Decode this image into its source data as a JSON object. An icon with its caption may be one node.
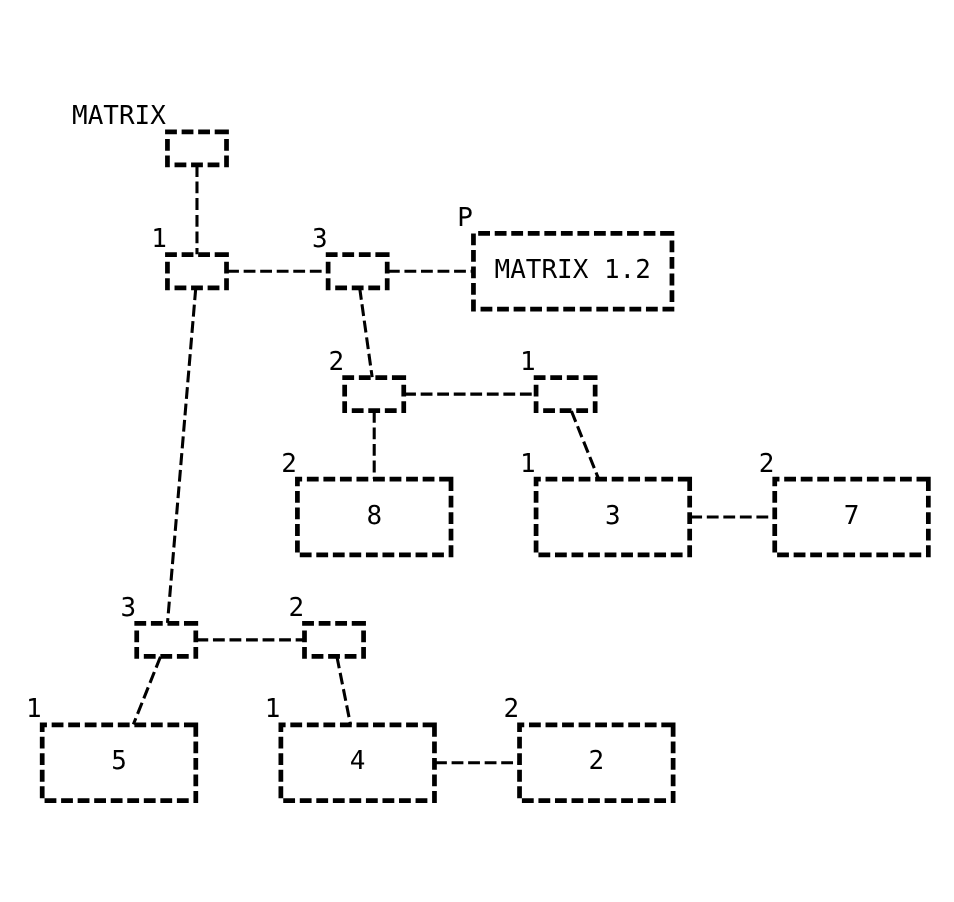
{
  "diagram": {
    "nodes": [
      {
        "text": [],
        "shape": "box",
        "beside": [
          "MATRIX"
        ]
      },
      {
        "text": [],
        "shape": "box",
        "beside": [
          "1"
        ]
      },
      {
        "text": [],
        "shape": "box",
        "beside": [
          "3"
        ]
      },
      {
        "text": [
          "MATRIX 1.2"
        ],
        "beside": [
          "P"
        ]
      },
      {
        "text": [],
        "shape": "box",
        "beside": [
          "2"
        ]
      },
      {
        "text": [],
        "shape": "box",
        "beside": [
          "1"
        ]
      },
      {
        "text": [
          "8"
        ],
        "beside": [
          "2"
        ]
      },
      {
        "text": [
          "3"
        ],
        "beside": [
          "1"
        ]
      },
      {
        "text": [
          "7"
        ],
        "beside": [
          "2"
        ]
      },
      {
        "text": [],
        "shape": "box",
        "beside": [
          "3"
        ]
      },
      {
        "text": [],
        "shape": "box",
        "beside": [
          "2"
        ]
      },
      {
        "text": [
          "5"
        ],
        "beside": [
          "1"
        ]
      },
      {
        "text": [
          "4"
        ],
        "beside": [
          "1"
        ]
      },
      {
        "text": [
          "2"
        ],
        "beside": [
          "2"
        ]
      }
    ],
    "edges": [
      {
        "from": 0,
        "to": 1,
        "arrow": "none",
        "style": "dashed"
      },
      {
        "from": 1,
        "to": 2,
        "arrow": "none",
        "style": "dashed"
      },
      {
        "from": 2,
        "to": 3,
        "arrow": "none",
        "style": "dashed"
      },
      {
        "from": 2,
        "to": 4,
        "arrow": "none",
        "style": "dashed"
      },
      {
        "from": 4,
        "to": 5,
        "arrow": "none",
        "style": "dashed"
      },
      {
        "from": 4,
        "to": 6,
        "arrow": "none",
        "style": "dashed"
      },
      {
        "from": 5,
        "to": 7,
        "arrow": "none",
        "style": "dashed"
      },
      {
        "from": 7,
        "to": 8,
        "arrow": "none",
        "style": "dashed"
      },
      {
        "from": 1,
        "to": 9,
        "arrow": "none",
        "style": "dashed"
      },
      {
        "from": 9,
        "to": 10,
        "arrow": "none",
        "style": "dashed"
      },
      {
        "from": 9,
        "to": 11,
        "arrow": "none",
        "style": "dashed"
      },
      {
        "from": 10,
        "to": 12,
        "arrow": "none",
        "style": "dashed"
      },
      {
        "from": 12,
        "to": 13,
        "arrow": "none",
        "style": "dashed"
      }
    ]
  }
}
